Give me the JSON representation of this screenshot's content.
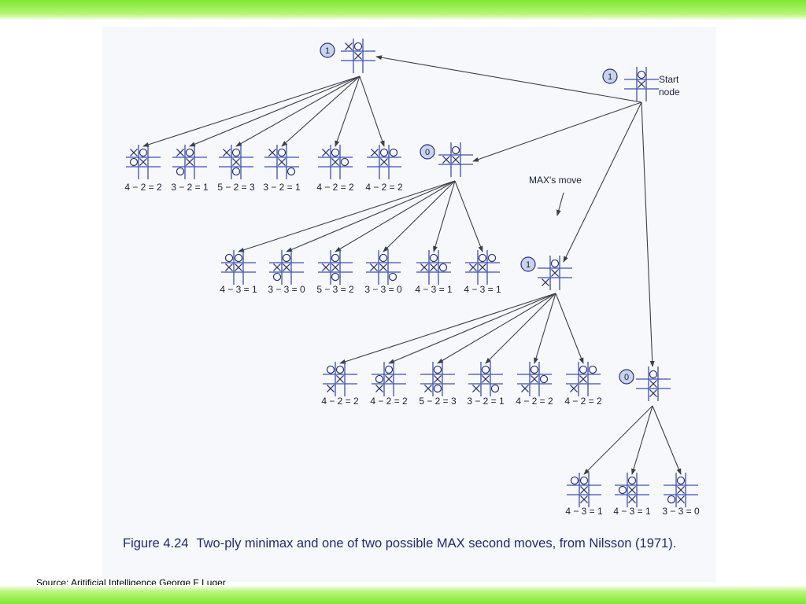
{
  "diagram": {
    "start_label_line1": "Start",
    "start_label_line2": "node",
    "max_move_label": "MAX's move",
    "nodes": [
      {
        "id": "start",
        "value": "1",
        "board": [
          "",
          "o",
          "",
          "",
          "x",
          "",
          "",
          "",
          ""
        ]
      },
      {
        "id": "A",
        "value": "1",
        "board": [
          "x",
          "o",
          "",
          "",
          "x",
          "",
          "",
          "",
          ""
        ]
      },
      {
        "id": "B",
        "value": "0",
        "board": [
          "",
          "o",
          "",
          "x",
          "x",
          "",
          "",
          "",
          ""
        ]
      },
      {
        "id": "C",
        "value": "1",
        "board": [
          "",
          "o",
          "",
          "",
          "x",
          "",
          "x",
          "",
          ""
        ]
      },
      {
        "id": "D",
        "value": "0",
        "board": [
          "",
          "o",
          "",
          "",
          "x",
          "",
          "",
          "x",
          ""
        ]
      }
    ],
    "leaves_a": [
      {
        "board": [
          "x",
          "o",
          "",
          "o",
          "x",
          "",
          "",
          "",
          ""
        ],
        "score": "4 − 2 = 2"
      },
      {
        "board": [
          "x",
          "o",
          "",
          "",
          "x",
          "",
          "o",
          "",
          ""
        ],
        "score": "3 − 2 = 1"
      },
      {
        "board": [
          "x",
          "o",
          "",
          "",
          "x",
          "",
          "",
          "o",
          ""
        ],
        "score": "5 − 2 = 3"
      },
      {
        "board": [
          "x",
          "o",
          "",
          "",
          "x",
          "",
          "",
          "",
          "o"
        ],
        "score": "3 − 2 = 1"
      },
      {
        "board": [
          "x",
          "o",
          "",
          "",
          "x",
          "o",
          "",
          "",
          ""
        ],
        "score": "4 − 2 = 2"
      },
      {
        "board": [
          "x",
          "o",
          "o",
          "",
          "x",
          "",
          "",
          "",
          ""
        ],
        "score": "4 − 2 = 2"
      }
    ],
    "leaves_b": [
      {
        "board": [
          "o",
          "o",
          "",
          "x",
          "x",
          "",
          "",
          "",
          ""
        ],
        "score": "4 − 3 = 1"
      },
      {
        "board": [
          "",
          "o",
          "",
          "x",
          "x",
          "",
          "o",
          "",
          ""
        ],
        "score": "3 − 3 = 0"
      },
      {
        "board": [
          "",
          "o",
          "",
          "x",
          "x",
          "",
          "",
          "o",
          ""
        ],
        "score": "5 − 3 = 2"
      },
      {
        "board": [
          "",
          "o",
          "",
          "x",
          "x",
          "",
          "",
          "",
          "o"
        ],
        "score": "3 − 3 = 0"
      },
      {
        "board": [
          "",
          "o",
          "",
          "x",
          "x",
          "o",
          "",
          "",
          ""
        ],
        "score": "4 − 3 = 1"
      },
      {
        "board": [
          "",
          "o",
          "o",
          "x",
          "x",
          "",
          "",
          "",
          ""
        ],
        "score": "4 − 3 = 1"
      }
    ],
    "leaves_c": [
      {
        "board": [
          "o",
          "o",
          "",
          "",
          "x",
          "",
          "x",
          "",
          ""
        ],
        "score": "4 − 2 = 2"
      },
      {
        "board": [
          "",
          "o",
          "",
          "o",
          "x",
          "",
          "x",
          "",
          ""
        ],
        "score": "4 − 2 = 2"
      },
      {
        "board": [
          "",
          "o",
          "",
          "",
          "x",
          "",
          "x",
          "o",
          ""
        ],
        "score": "5 − 2 = 3"
      },
      {
        "board": [
          "",
          "o",
          "",
          "",
          "x",
          "",
          "x",
          "",
          "o"
        ],
        "score": "3 − 2 = 1"
      },
      {
        "board": [
          "",
          "o",
          "",
          "",
          "x",
          "o",
          "x",
          "",
          ""
        ],
        "score": "4 − 2 = 2"
      },
      {
        "board": [
          "",
          "o",
          "o",
          "",
          "x",
          "",
          "x",
          "",
          ""
        ],
        "score": "4 − 2 = 2"
      }
    ],
    "leaves_d": [
      {
        "board": [
          "o",
          "o",
          "",
          "",
          "x",
          "",
          "",
          "x",
          ""
        ],
        "score": "4 − 3 = 1"
      },
      {
        "board": [
          "",
          "o",
          "",
          "o",
          "x",
          "",
          "",
          "x",
          ""
        ],
        "score": "4 − 3 = 1"
      },
      {
        "board": [
          "",
          "o",
          "",
          "",
          "x",
          "",
          "o",
          "x",
          ""
        ],
        "score": "3 − 3 = 0"
      }
    ]
  },
  "caption": {
    "figure_label": "Figure 4.24",
    "text": "Two-ply minimax and one of two possible MAX second moves, from Nilsson (1971)."
  },
  "source": "Source: Aritificial Intelligence George F Luger",
  "colors": {
    "band_green": "#7ee832",
    "grid_blue": "#3d4fb0",
    "ink": "#2a3270"
  }
}
